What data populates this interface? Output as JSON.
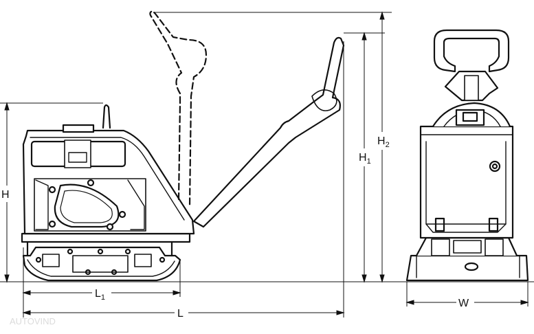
{
  "dimensions": {
    "H": "H",
    "H1_base": "H",
    "H1_sub": "1",
    "H2_base": "H",
    "H2_sub": "2",
    "L": "L",
    "L1_base": "L",
    "L1_sub": "1",
    "W": "W"
  },
  "watermark": "AUTOVIND",
  "colors": {
    "stroke": "#111111",
    "background": "#ffffff"
  }
}
